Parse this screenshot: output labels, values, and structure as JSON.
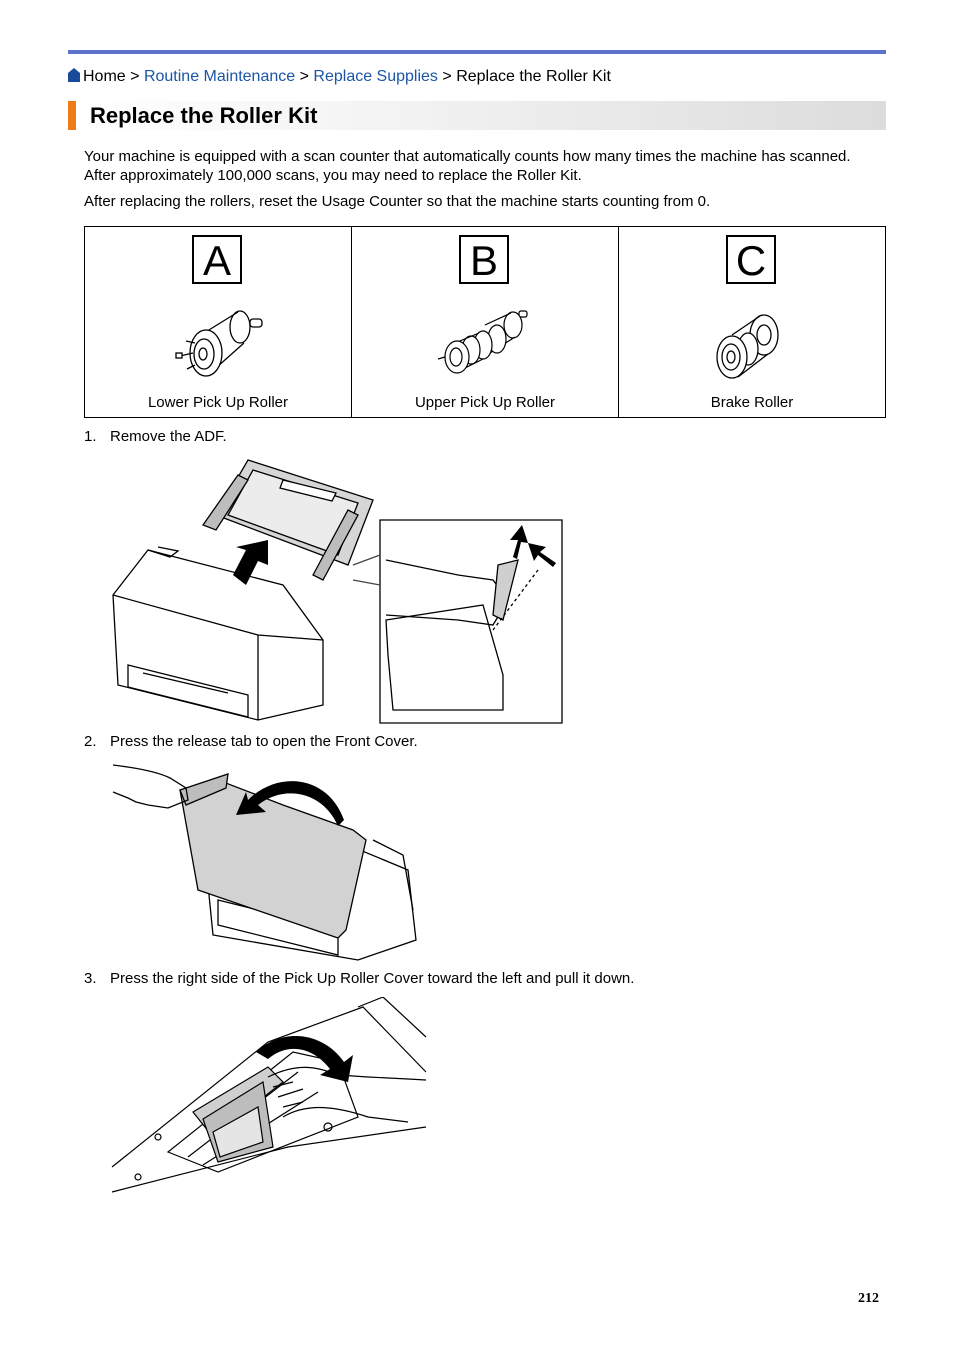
{
  "breadcrumb": {
    "home": "Home",
    "sep1": ">",
    "link1": "Routine Maintenance",
    "sep2": ">",
    "link2": "Replace Supplies",
    "sep3": ">",
    "current": "Replace the Roller Kit"
  },
  "page_title": "Replace the Roller Kit",
  "intro": {
    "p1": "Your machine is equipped with a scan counter that automatically counts how many times the machine has scanned. After approximately 100,000 scans, you may need to replace the Roller Kit.",
    "p2": "After replacing the rollers, reset the Usage Counter so that the machine starts counting from 0."
  },
  "parts": [
    {
      "letter": "A",
      "label": "Lower Pick Up Roller"
    },
    {
      "letter": "B",
      "label": "Upper Pick Up Roller"
    },
    {
      "letter": "C",
      "label": "Brake Roller"
    }
  ],
  "steps": [
    {
      "number": "1.",
      "text": "Remove the ADF."
    },
    {
      "number": "2.",
      "text": "Press the release tab to open the Front Cover."
    },
    {
      "number": "3.",
      "text": "Press the right side of the Pick Up Roller Cover toward the left and pull it down."
    }
  ],
  "page_number": "212"
}
